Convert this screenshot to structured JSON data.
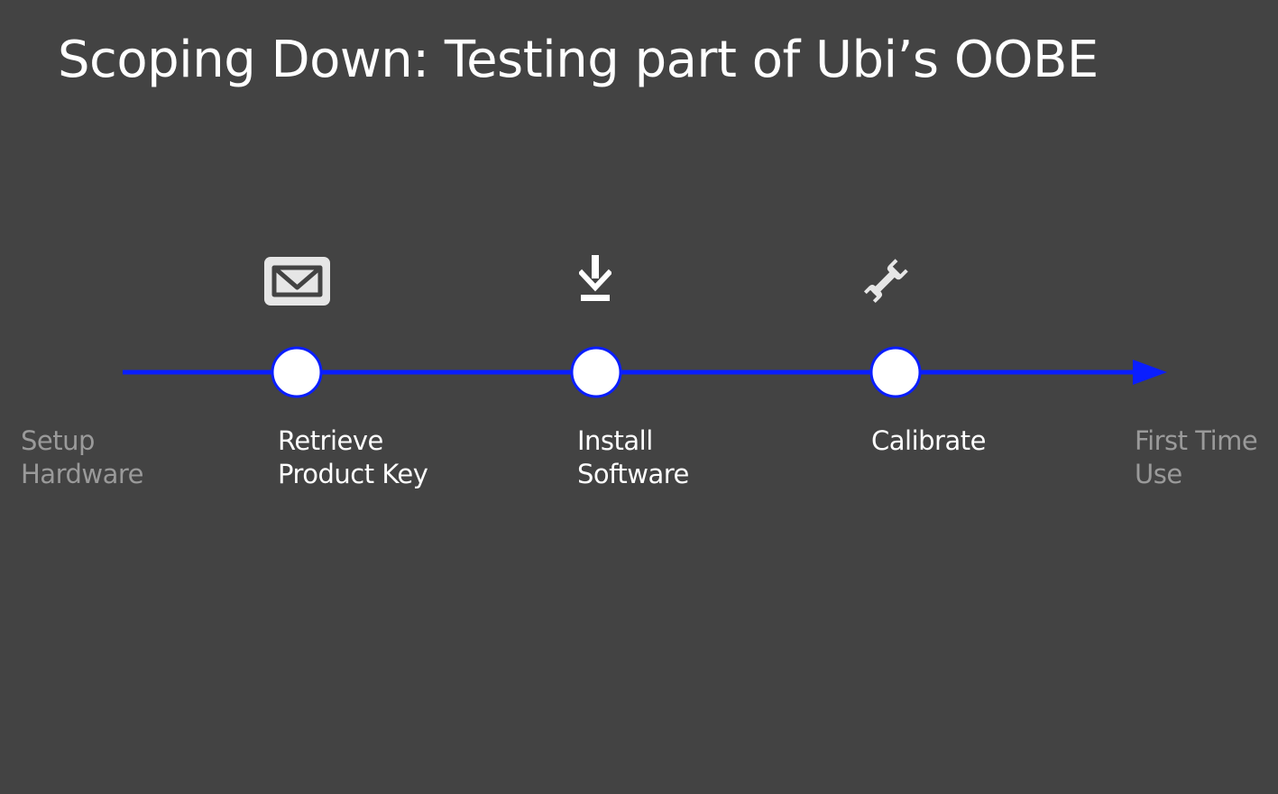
{
  "slide": {
    "title": "Scoping Down: Testing part of Ubi’s OOBE"
  },
  "timeline": {
    "line_color": "#0a1eff",
    "node_fill": "#ffffff",
    "steps": [
      {
        "line1": "Setup",
        "line2": "Hardware",
        "state": "muted"
      },
      {
        "line1": "Retrieve",
        "line2": "Product Key",
        "state": "active",
        "icon": "envelope-icon"
      },
      {
        "line1": "Install",
        "line2": "Software",
        "state": "active",
        "icon": "download-icon"
      },
      {
        "line1": "Calibrate",
        "line2": "",
        "state": "active",
        "icon": "wrench-icon"
      },
      {
        "line1": "First Time",
        "line2": "Use",
        "state": "muted"
      }
    ]
  },
  "colors": {
    "background": "#434343",
    "text_active": "#ffffff",
    "text_muted": "#9a9a9a",
    "icon_light": "#e6e6e6"
  }
}
